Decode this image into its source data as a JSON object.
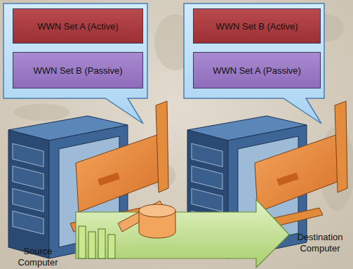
{
  "diagram": {
    "nodes": [
      {
        "text": [
          "WWN Set A (Active)"
        ]
      },
      {
        "text": [
          "WWN Set B (Passive)"
        ]
      },
      {
        "text": [
          "WWN Set B (Active)"
        ]
      },
      {
        "text": [
          "WWN Set A (Passive)"
        ]
      }
    ],
    "labels": [
      "Source Computer",
      "Destination Computer"
    ]
  }
}
